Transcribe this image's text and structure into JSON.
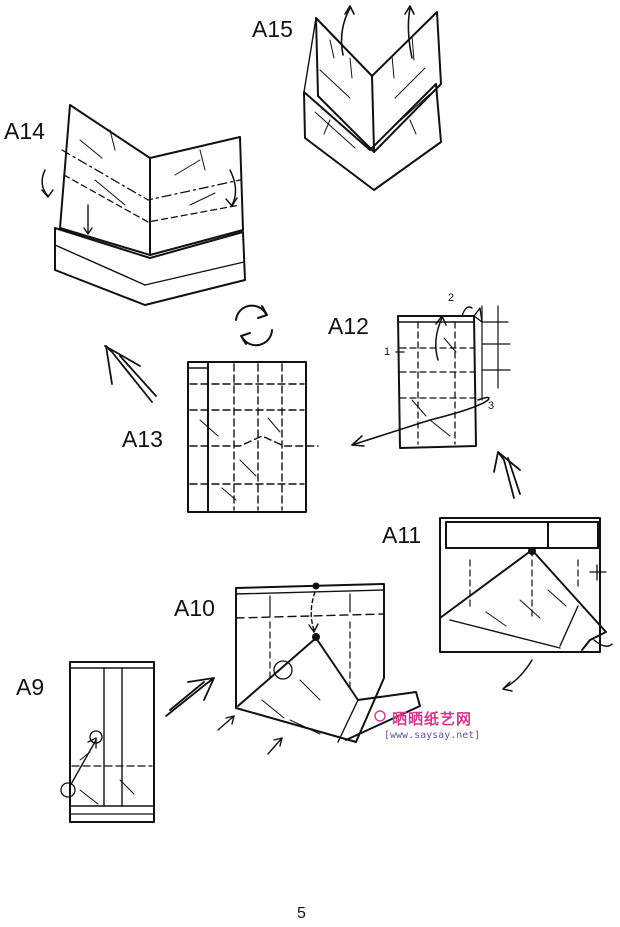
{
  "steps": [
    {
      "id": "A9"
    },
    {
      "id": "A10"
    },
    {
      "id": "A11"
    },
    {
      "id": "A12"
    },
    {
      "id": "A13"
    },
    {
      "id": "A14"
    },
    {
      "id": "A15"
    }
  ],
  "a12_marks": {
    "one": "1",
    "two": "2",
    "three": "3"
  },
  "page_number": "5",
  "watermark": {
    "text": "晒晒纸艺网",
    "url": "[www.saysay.net]"
  }
}
